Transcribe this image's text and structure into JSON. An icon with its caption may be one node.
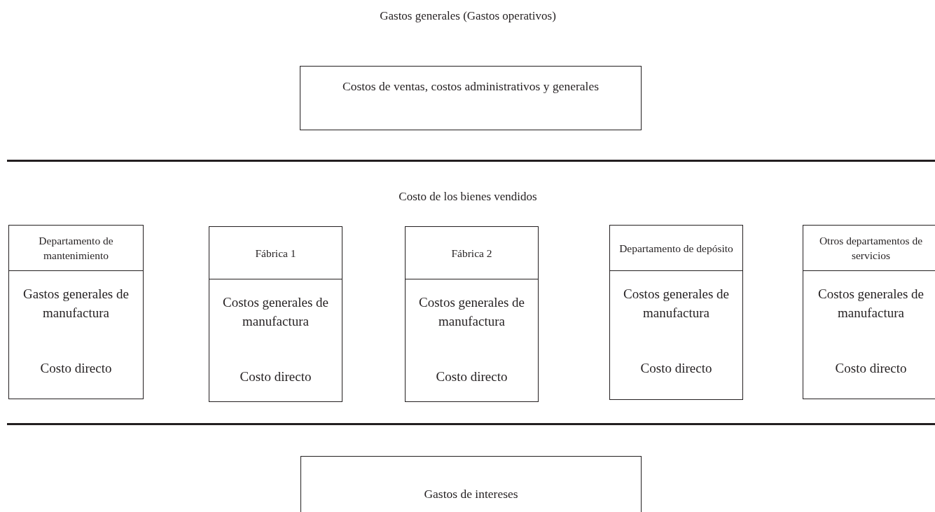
{
  "diagram": {
    "nodes": [
      {
        "text": [
          "Costos de ventas, costos administrativos y generales"
        ]
      },
      {
        "text": [
          "Departamento de mantenimiento",
          "Gastos generales de manufactura",
          "Costo directo"
        ]
      },
      {
        "text": [
          "Fábrica 1",
          "Costos generales de manufactura",
          "Costo directo"
        ]
      },
      {
        "text": [
          "Fábrica 2",
          "Costos generales de manufactura",
          "Costo directo"
        ]
      },
      {
        "text": [
          "Departamento de depósito",
          "Costos generales de manufactura",
          "Costo directo"
        ]
      },
      {
        "text": [
          "Otros departamentos de servicios",
          "Costos generales de manufactura",
          "Costo directo"
        ]
      },
      {
        "text": [
          "Gastos de intereses"
        ]
      }
    ],
    "labels": [
      "Gastos generales (Gastos operativos)",
      "Costo de los bienes vendidos"
    ]
  }
}
